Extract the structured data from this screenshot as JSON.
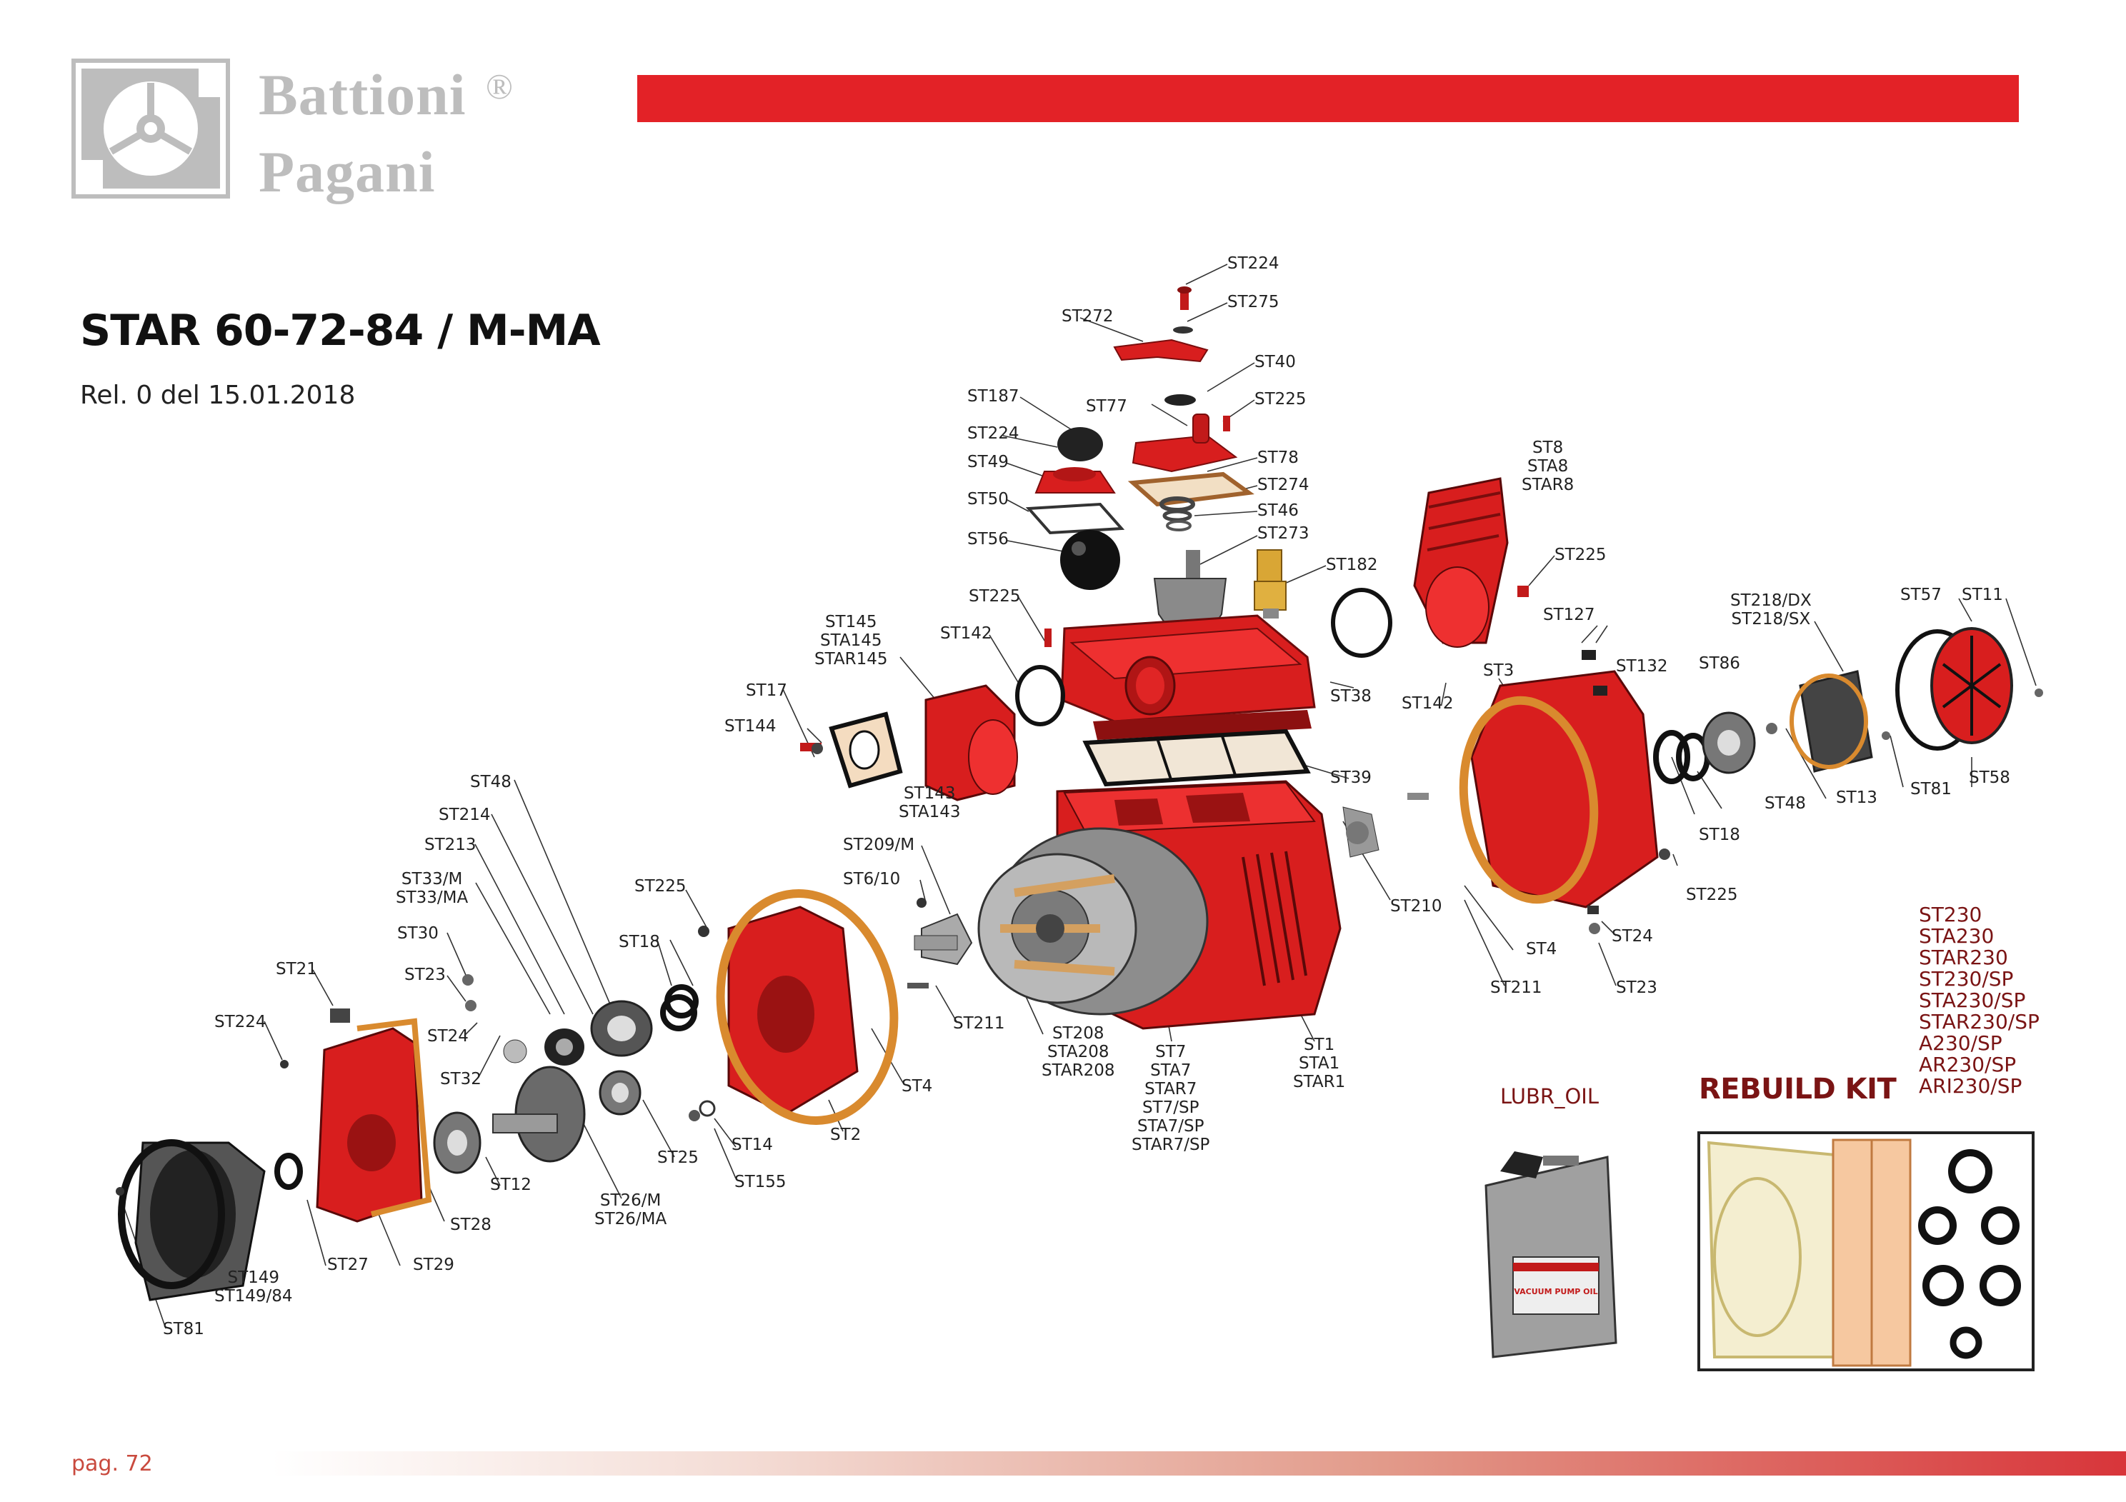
{
  "brand": {
    "line1": "Battioni",
    "line2": "Pagani",
    "registered": "®"
  },
  "title": "STAR 60-72-84 / M-MA",
  "release": "Rel. 0 del 15.01.2018",
  "models": [
    "ST230",
    "STA230",
    "STAR230",
    "ST230/SP",
    "STA230/SP",
    "STAR230/SP",
    "A230/SP",
    "AR230/SP",
    "ARI230/SP"
  ],
  "lubr_oil": "LUBR_OIL",
  "oil_can_label": "VACUUM PUMP OIL",
  "rebuild_kit": "REBUILD KIT",
  "page": "pag. 72",
  "colors": {
    "accent_red": "#e32227",
    "part_red": "#d81e1e",
    "brand_grey": "#bdbdbd",
    "dark_red_text": "#7a1414"
  },
  "parts": {
    "st224_top": "ST224",
    "st275": "ST275",
    "st272": "ST272",
    "st40": "ST40",
    "st187": "ST187",
    "st77": "ST77",
    "st225_a": "ST225",
    "st224_b": "ST224",
    "st78": "ST78",
    "st49": "ST49",
    "st274": "ST274",
    "st50": "ST50",
    "st46": "ST46",
    "st273": "ST273",
    "st56": "ST56",
    "st182": "ST182",
    "st225_b": "ST225",
    "st142_a": "ST142",
    "st145": "ST145\nSTA145\nSTAR145",
    "st8": "ST8\nSTA8\nSTAR8",
    "st225_c": "ST225",
    "st127": "ST127",
    "st218": "ST218/DX\nST218/SX",
    "st57": "ST57",
    "st11": "ST11",
    "st17": "ST17",
    "st144": "ST144",
    "st38": "ST38",
    "st142_b": "ST142",
    "st3": "ST3",
    "st132": "ST132",
    "st86": "ST86",
    "st39": "ST39",
    "st143": "ST143\nSTA143",
    "st48_a": "ST48",
    "st13": "ST13",
    "st81_a": "ST81",
    "st58": "ST58",
    "st48_b": "ST48",
    "st214": "ST214",
    "st213": "ST213",
    "st33": "ST33/M\nST33/MA",
    "st209": "ST209/M",
    "st6": "ST6/10",
    "st225_d": "ST225",
    "st18_a": "ST18",
    "st18_b": "ST18",
    "st225_e": "ST225",
    "st210": "ST210",
    "st30": "ST30",
    "st21": "ST21",
    "st23_a": "ST23",
    "st224_c": "ST224",
    "st24_a": "ST24",
    "st211_a": "ST211",
    "st4_a": "ST4",
    "st24_b": "ST24",
    "st211_b": "ST211",
    "st23_b": "ST23",
    "st32": "ST32",
    "st208": "ST208\nSTA208\nSTAR208",
    "st7": "ST7\nSTA7\nSTAR7\nST7/SP\nSTA7/SP\nSTAR7/SP",
    "st1": "ST1\nSTA1\nSTAR1",
    "st4_b": "ST4",
    "st2": "ST2",
    "st14": "ST14",
    "st25": "ST25",
    "st155": "ST155",
    "st12": "ST12",
    "st26": "ST26/M\nST26/MA",
    "st28": "ST28",
    "st29": "ST29",
    "st27": "ST27",
    "st149": "ST149\nST149/84",
    "st81_b": "ST81"
  }
}
